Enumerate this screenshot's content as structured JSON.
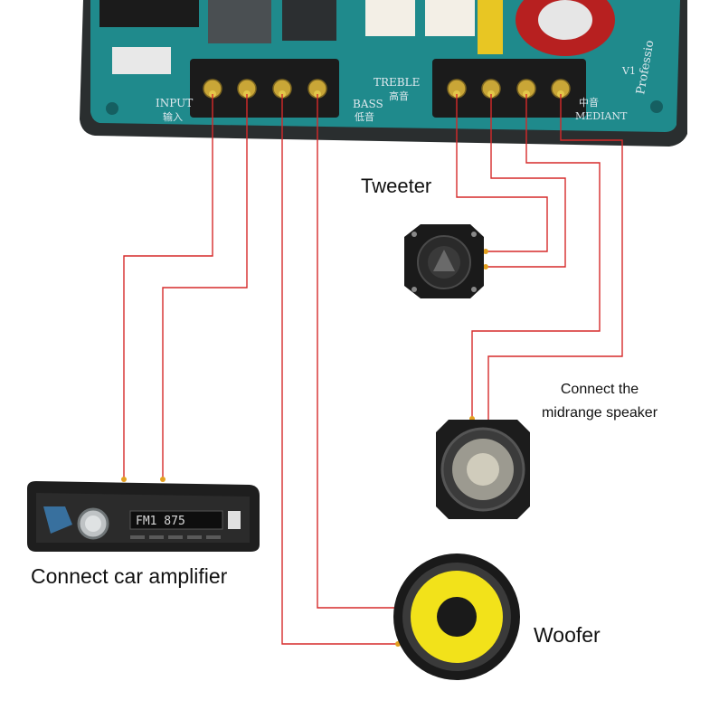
{
  "labels": {
    "tweeter": "Tweeter",
    "midrange_line1": "Connect the",
    "midrange_line2": "midrange speaker",
    "amplifier": "Connect car amplifier",
    "woofer": "Woofer"
  },
  "board": {
    "input_label": "INPUT",
    "input_label_cn": "输入",
    "bass_label": "BASS",
    "bass_label_cn": "低音",
    "treble_label": "TREBLE",
    "treble_label_cn": "高音",
    "mid_label": "MEDIANT",
    "mid_label_cn": "中音",
    "brand": "Professio",
    "model": "V1"
  },
  "radio": {
    "display_text": "FM1 875"
  },
  "colors": {
    "wire": "#d62a2a",
    "pcb": "#1f8a8c",
    "terminal": "#1b1b1b",
    "woofer_cone": "#f2e21a"
  }
}
